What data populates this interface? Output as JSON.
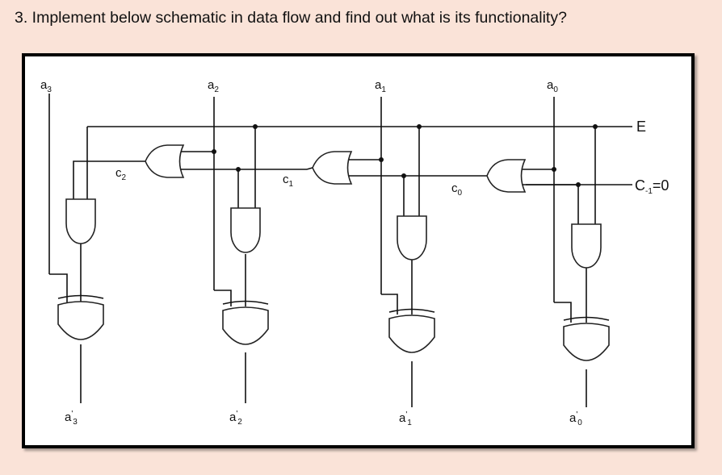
{
  "question": "3. Implement below schematic in data flow and find out what is its functionality?",
  "inputs": [
    {
      "base": "a",
      "sub": "3"
    },
    {
      "base": "a",
      "sub": "2"
    },
    {
      "base": "a",
      "sub": "1"
    },
    {
      "base": "a",
      "sub": "0"
    }
  ],
  "outputs": [
    {
      "base": "a",
      "prime": "'",
      "sub": "3"
    },
    {
      "base": "a",
      "prime": "'",
      "sub": "2"
    },
    {
      "base": "a",
      "prime": "'",
      "sub": "1"
    },
    {
      "base": "a",
      "prime": "'",
      "sub": "0"
    }
  ],
  "carries": [
    {
      "base": "c",
      "sub": "2"
    },
    {
      "base": "c",
      "sub": "1"
    },
    {
      "base": "c",
      "sub": "0"
    }
  ],
  "enable_label": "E",
  "carry_in": {
    "base": "C",
    "sub": "-1",
    "value": "=0"
  }
}
